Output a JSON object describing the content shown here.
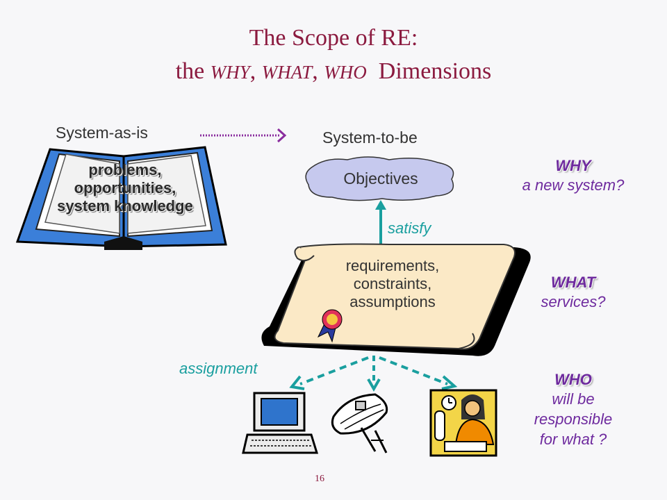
{
  "title": {
    "line1": "The Scope of RE:",
    "line2_prefix": "the ",
    "why": "WHY",
    "sep1": ", ",
    "what": "WHAT",
    "sep2": ", ",
    "who": "WHO",
    "line2_suffix": "  Dimensions"
  },
  "system_as_is": "System-as-is",
  "system_to_be": "System-to-be",
  "book": {
    "line1": "problems,",
    "line2": "opportunities,",
    "line3": "system knowledge"
  },
  "objectives": "Objectives",
  "satisfy": "satisfy",
  "scroll": {
    "line1": "requirements,",
    "line2": "constraints,",
    "line3": "assumptions"
  },
  "assignment": "assignment",
  "why_box": {
    "heading": "WHY",
    "text": "a new system?"
  },
  "what_box": {
    "heading": "WHAT",
    "text": "services?"
  },
  "who_box": {
    "heading": "WHO",
    "line1": "will be",
    "line2": "responsible",
    "line3": "for what ?"
  },
  "page_number": "16",
  "icons": [
    "book-icon",
    "cloud-icon",
    "scroll-icon",
    "ribbon-icon",
    "computer-icon",
    "satellite-dish-icon",
    "person-at-desk-icon"
  ],
  "colors": {
    "title": "#8b1a3f",
    "teal": "#1a9f9f",
    "purple": "#6e2a9e",
    "book_blue": "#3b7fd9",
    "scroll": "#fbe9c6",
    "cloud": "#c6c9ee"
  }
}
